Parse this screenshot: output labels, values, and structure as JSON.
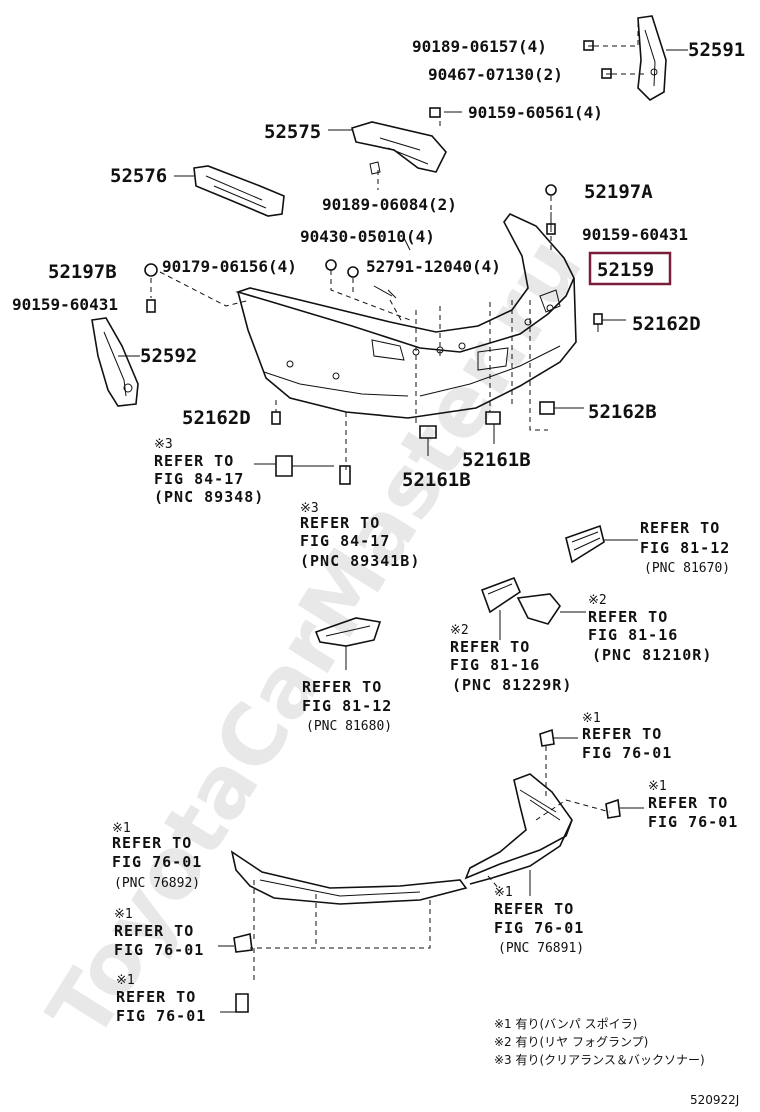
{
  "diagram_code": "520922J",
  "watermark": "ToyotaCarMaster.ru",
  "parts": {
    "p52591": "52591",
    "p90189_06157": "90189-06157(4)",
    "p90467_07130": "90467-07130(2)",
    "p52575": "52575",
    "p90159_60561": "90159-60561(4)",
    "p52576": "52576",
    "p90189_06084": "90189-06084(2)",
    "p52197A": "52197A",
    "p90159_60431_r": "90159-60431",
    "p90430_05010": "90430-05010(4)",
    "p52197B": "52197B",
    "p90179_06156": "90179-06156(4)",
    "p52791_12040": "52791-12040(4)",
    "p52159": "52159",
    "p90159_60431_l": "90159-60431",
    "p52162D_r": "52162D",
    "p52592": "52592",
    "p52162D_l": "52162D",
    "p52162B": "52162B",
    "p52161B_a": "52161B",
    "p52161B_b": "52161B"
  },
  "refs": {
    "r1": {
      "mark": "※3",
      "line1": "REFER TO",
      "line2": "FIG 84-17",
      "line3": "(PNC 89348)"
    },
    "r2": {
      "mark": "※3",
      "line1": "REFER TO",
      "line2": "FIG 84-17",
      "line3": "(PNC 89341B)"
    },
    "r3": {
      "line1": "REFER TO",
      "line2": "FIG 81-12",
      "line3": "(PNC 81670)"
    },
    "r4": {
      "mark": "※2",
      "line1": "REFER TO",
      "line2": "FIG 81-16",
      "line3": "(PNC 81210R)"
    },
    "r5": {
      "mark": "※2",
      "line1": "REFER TO",
      "line2": "FIG 81-16",
      "line3": "(PNC 81229R)"
    },
    "r6": {
      "line1": "REFER TO",
      "line2": "FIG 81-12",
      "line3": "(PNC 81680)"
    },
    "r7": {
      "mark": "※1",
      "line1": "REFER TO",
      "line2": "FIG 76-01"
    },
    "r8": {
      "mark": "※1",
      "line1": "REFER TO",
      "line2": "FIG 76-01"
    },
    "r9": {
      "mark": "※1",
      "line1": "REFER TO",
      "line2": "FIG 76-01",
      "line3": "(PNC 76892)"
    },
    "r10": {
      "mark": "※1",
      "line1": "REFER TO",
      "line2": "FIG 76-01",
      "line3": "(PNC 76891)"
    },
    "r11": {
      "mark": "※1",
      "line1": "REFER TO",
      "line2": "FIG 76-01"
    },
    "r12": {
      "mark": "※1",
      "line1": "REFER TO",
      "line2": "FIG 76-01"
    }
  },
  "legend": [
    "※1 有り(バンパ スポイラ)",
    "※2 有り(リヤ フォグランプ)",
    "※3 有り(クリアランス＆バックソナー)"
  ]
}
